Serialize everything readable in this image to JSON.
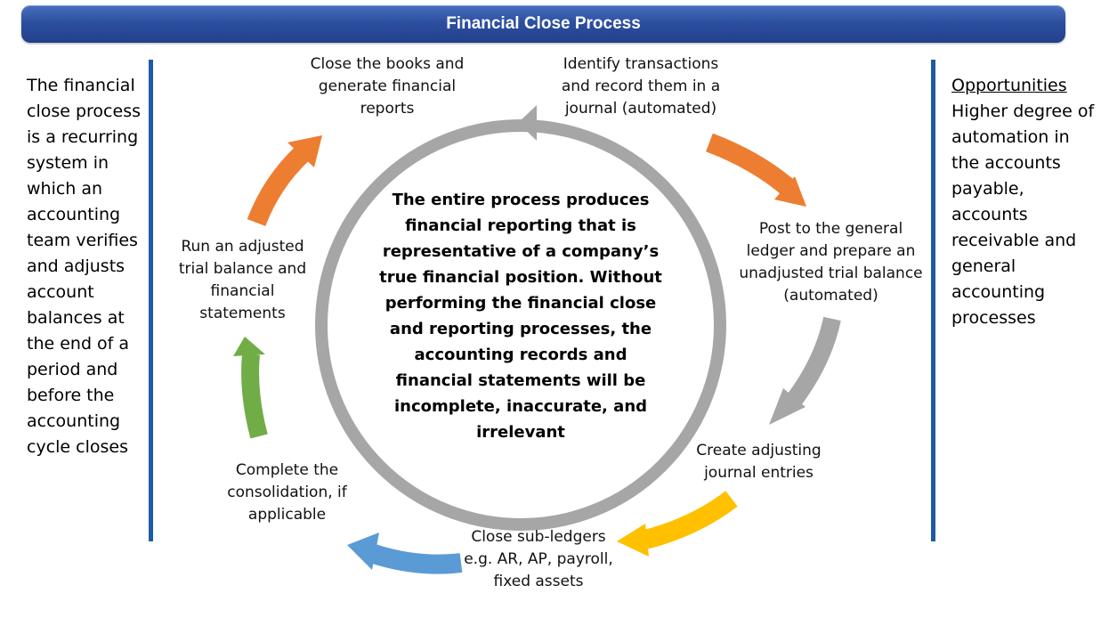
{
  "title": "Financial Close Process",
  "left_description": "The financial close process is a recurring system in which an accounting team verifies and adjusts account balances at the end of a period and before the accounting cycle closes",
  "opportunities": {
    "heading": "Opportunities",
    "text": "Higher degree of automation in the accounts payable, accounts receivable and general accounting processes"
  },
  "center_text": "The entire process produces financial reporting that is representative of a company’s true financial position. Without performing the financial close and reporting processes, the accounting records and financial statements will be incomplete, inaccurate, and irrelevant",
  "steps": {
    "close_books": "Close the books and generate financial reports",
    "identify": "Identify transactions and record them in a journal (automated)",
    "post_ledger": "Post to the general ledger and prepare an unadjusted trial balance (automated)",
    "adjusting": "Create adjusting journal entries",
    "sub_ledgers": "Close sub-ledgers e.g. AR, AP, payroll, fixed assets",
    "consolidation": "Complete the consolidation, if applicable",
    "adjusted_trial": "Run an adjusted trial balance and financial statements"
  },
  "colors": {
    "title_bar": "#2d4f9f",
    "side_bars": "#1f5aa8",
    "ring": "#a6a6a6",
    "orange": "#ed7d31",
    "gray": "#a6a6a6",
    "gold": "#ffc000",
    "blue": "#5b9bd5",
    "green": "#70ad47"
  }
}
